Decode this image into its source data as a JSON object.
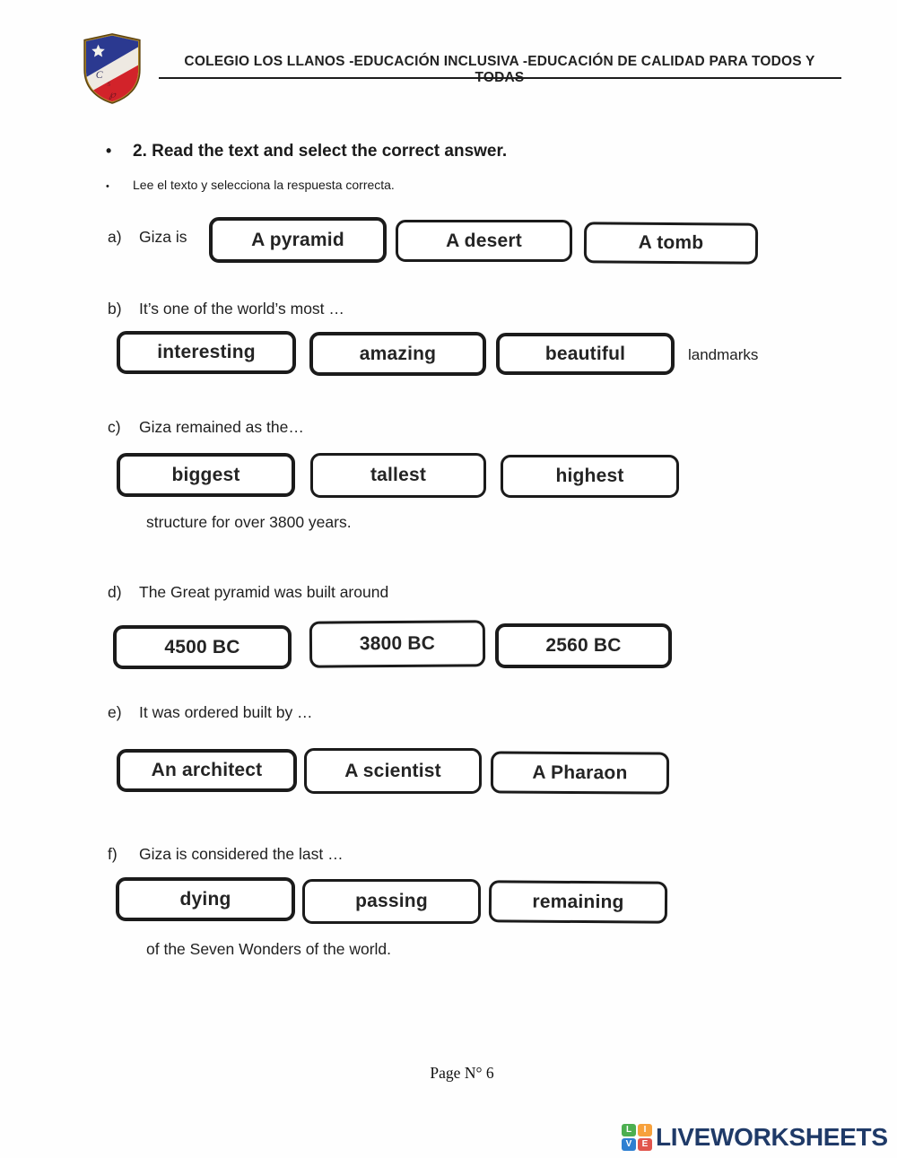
{
  "header": {
    "school_line": "COLEGIO LOS LLANOS -EDUCACIÓN INCLUSIVA -EDUCACIÓN DE CALIDAD PARA TODOS Y TODAS"
  },
  "instructions": {
    "bullet": "•",
    "title": "2. Read the text and select the correct answer.",
    "subtitle": "Lee el texto y selecciona la respuesta correcta."
  },
  "questions": [
    {
      "label": "a)",
      "text": "Giza is",
      "options": [
        "A pyramid",
        "A desert",
        "A tomb"
      ]
    },
    {
      "label": "b)",
      "text": "It’s one of the world’s most …",
      "options": [
        "interesting",
        "amazing",
        "beautiful"
      ],
      "suffix": "landmarks"
    },
    {
      "label": "c)",
      "text": "Giza remained as the…",
      "options": [
        "biggest",
        "tallest",
        "highest"
      ],
      "after": "structure for over 3800 years."
    },
    {
      "label": "d)",
      "text": "The Great pyramid was built around",
      "options": [
        "4500 BC",
        "3800 BC",
        "2560 BC"
      ]
    },
    {
      "label": "e)",
      "text": "It was ordered built by …",
      "options": [
        "An architect",
        "A scientist",
        "A Pharaon"
      ]
    },
    {
      "label": "f)",
      "text": "Giza is considered the last …",
      "options": [
        "dying",
        "passing",
        "remaining"
      ],
      "after": "of the Seven Wonders of the world."
    }
  ],
  "footer": {
    "page": "Page N° 6"
  },
  "branding": {
    "name": "LIVEWORKSHEETS",
    "tiles": [
      "L",
      "I",
      "V",
      "E"
    ],
    "colors": {
      "navy": "#1f3a68",
      "green": "#4caf50",
      "orange": "#f7a13c",
      "blue": "#2e7fd1",
      "red": "#e1554d"
    }
  }
}
